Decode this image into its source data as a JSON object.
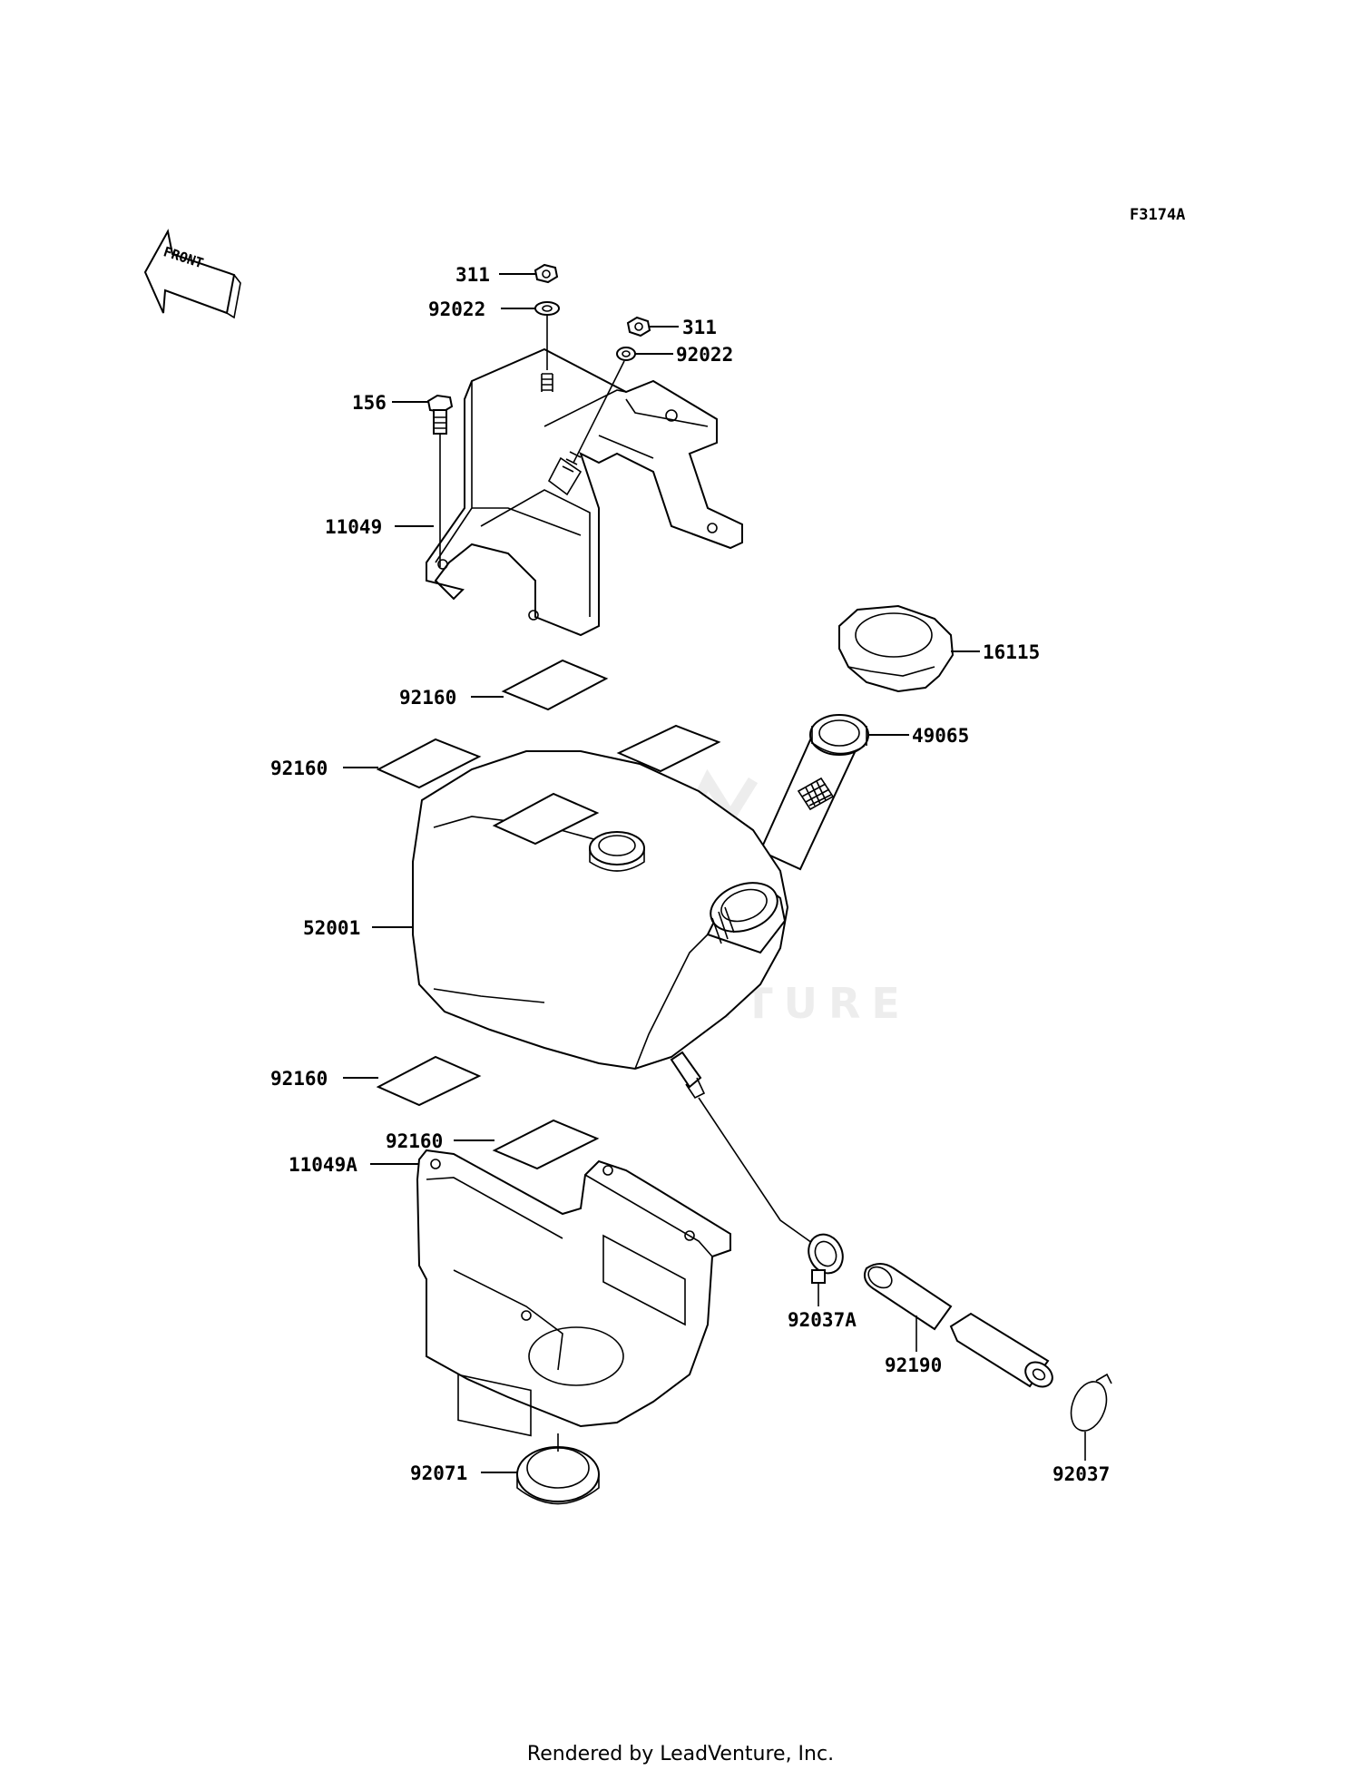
{
  "diagram_id": "F3174A",
  "front_label": "FRONT",
  "watermark": "LEADVENTURE",
  "footer": "Rendered by LeadVenture, Inc.",
  "labels": {
    "nut_top": "311",
    "washer_top": "92022",
    "nut_right": "311",
    "washer_right": "92022",
    "bolt": "156",
    "bracket_upper": "11049",
    "cap": "16115",
    "filler_neck": "49065",
    "pad_top": "92160",
    "pad_left": "92160",
    "tank": "52001",
    "pad_lower_left": "92160",
    "pad_lower": "92160",
    "bracket_lower": "11049A",
    "clamp_a": "92037A",
    "hose": "92190",
    "clamp": "92037",
    "grommet": "92071"
  }
}
